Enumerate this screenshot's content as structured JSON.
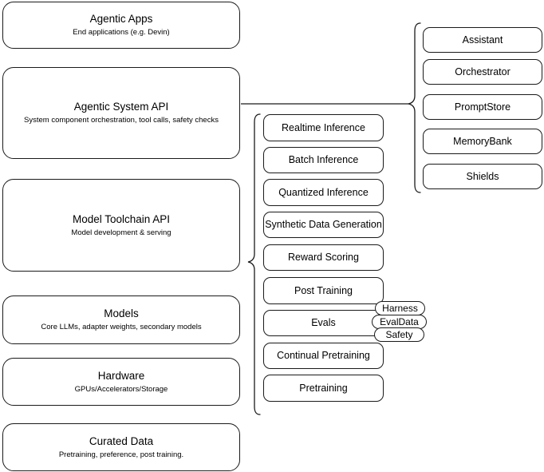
{
  "diagram": {
    "title": "AI stack layered architecture diagram",
    "stroke_color": "#1a1a1a",
    "background_color": "#ffffff"
  },
  "stack_layers": [
    {
      "title": "Agentic Apps",
      "subtitle": "End applications (e.g. Devin)",
      "name": "agentic-apps"
    },
    {
      "title": "Agentic System API",
      "subtitle": "System component orchestration, tool calls, safety checks",
      "name": "agentic-system-api"
    },
    {
      "title": "Model Toolchain API",
      "subtitle": "Model development & serving",
      "name": "model-toolchain-api"
    },
    {
      "title": "Models",
      "subtitle": "Core LLMs, adapter weights, secondary models",
      "name": "models"
    },
    {
      "title": "Hardware",
      "subtitle": "GPUs/Accelerators/Storage",
      "name": "hardware"
    },
    {
      "title": "Curated Data",
      "subtitle": "Pretraining, preference, post training.",
      "name": "curated-data"
    }
  ],
  "toolchain_capabilities": [
    {
      "label": "Realtime Inference",
      "name": "realtime-inference"
    },
    {
      "label": "Batch Inference",
      "name": "batch-inference"
    },
    {
      "label": "Quantized Inference",
      "name": "quantized-inference"
    },
    {
      "label": "Synthetic Data Generation",
      "name": "synthetic-data-generation"
    },
    {
      "label": "Reward Scoring",
      "name": "reward-scoring"
    },
    {
      "label": "Post Training",
      "name": "post-training"
    },
    {
      "label": "Evals",
      "name": "evals"
    },
    {
      "label": "Continual Pretraining",
      "name": "continual-pretraining"
    },
    {
      "label": "Pretraining",
      "name": "pretraining"
    }
  ],
  "evals_subcomponents": [
    {
      "label": "Harness",
      "name": "harness"
    },
    {
      "label": "EvalData",
      "name": "evaldata"
    },
    {
      "label": "Safety",
      "name": "safety"
    }
  ],
  "agentic_components": [
    {
      "label": "Assistant",
      "name": "assistant"
    },
    {
      "label": "Orchestrator",
      "name": "orchestrator"
    },
    {
      "label": "PromptStore",
      "name": "promptstore"
    },
    {
      "label": "MemoryBank",
      "name": "memorybank"
    },
    {
      "label": "Shields",
      "name": "shields"
    }
  ]
}
